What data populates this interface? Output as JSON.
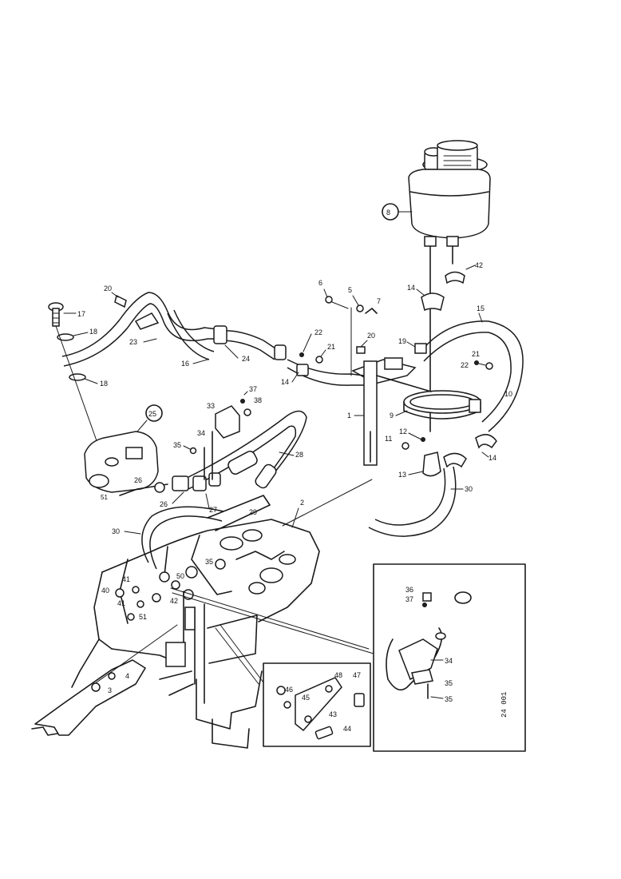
{
  "callouts": {
    "c1": "1",
    "c2": "2",
    "c3": "3",
    "c4": "4",
    "c5": "5",
    "c6": "6",
    "c7": "7",
    "c8": "8",
    "c9": "9",
    "c10": "10",
    "c11": "11",
    "c12": "12",
    "c13": "13",
    "c14a": "14",
    "c14b": "14",
    "c14c": "14",
    "c15": "15",
    "c16": "16",
    "c17": "17",
    "c18a": "18",
    "c18b": "18",
    "c19": "19",
    "c20a": "20",
    "c20b": "20",
    "c21a": "21",
    "c21b": "21",
    "c22a": "22",
    "c22b": "22",
    "c23": "23",
    "c24": "24",
    "c25": "25",
    "c26": "26",
    "c27": "27",
    "c28": "28",
    "c29": "29",
    "c30a": "30",
    "c30b": "30",
    "c33": "33",
    "c34a": "34",
    "c34b": "34",
    "c35a": "35",
    "c35b": "35",
    "c35c": "35",
    "c36": "36",
    "c37a": "37",
    "c37b": "37",
    "c38": "38",
    "c40": "40",
    "c41a": "41",
    "c41b": "41",
    "c42a": "42",
    "c42b": "42",
    "c43": "43",
    "c44": "44",
    "c45": "45",
    "c46": "46",
    "c47": "47",
    "c48": "48",
    "c50": "50",
    "c51": "51"
  },
  "reference_code": "24 001"
}
